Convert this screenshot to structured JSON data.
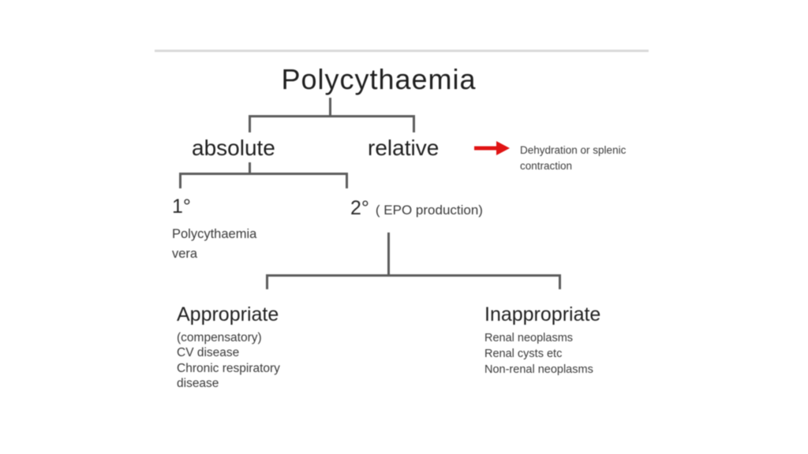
{
  "canvas": {
    "background": "#ffffff",
    "divider_color": "#d9d9d9",
    "line_color": "#5c5c5c",
    "arrow_color": "#e01414"
  },
  "diagram": {
    "title": "Polycythaemia",
    "level1": {
      "absolute_label": "absolute",
      "relative_label": "relative",
      "relative_note": "Dehydration or splenic contraction",
      "arrow_icon": "red-right-arrow"
    },
    "level2": {
      "primary_degree": "1°",
      "primary_detail": "Polycythaemia vera",
      "secondary_degree": "2°",
      "secondary_qualifier": "( EPO production)"
    },
    "level3": {
      "appropriate": {
        "heading": "Appropriate",
        "items": [
          "(compensatory)",
          "CV disease",
          "Chronic respiratory disease"
        ]
      },
      "inappropriate": {
        "heading": "Inappropriate",
        "items": [
          "Renal neoplasms",
          "Renal cysts etc",
          "Non-renal neoplasms"
        ]
      }
    }
  }
}
